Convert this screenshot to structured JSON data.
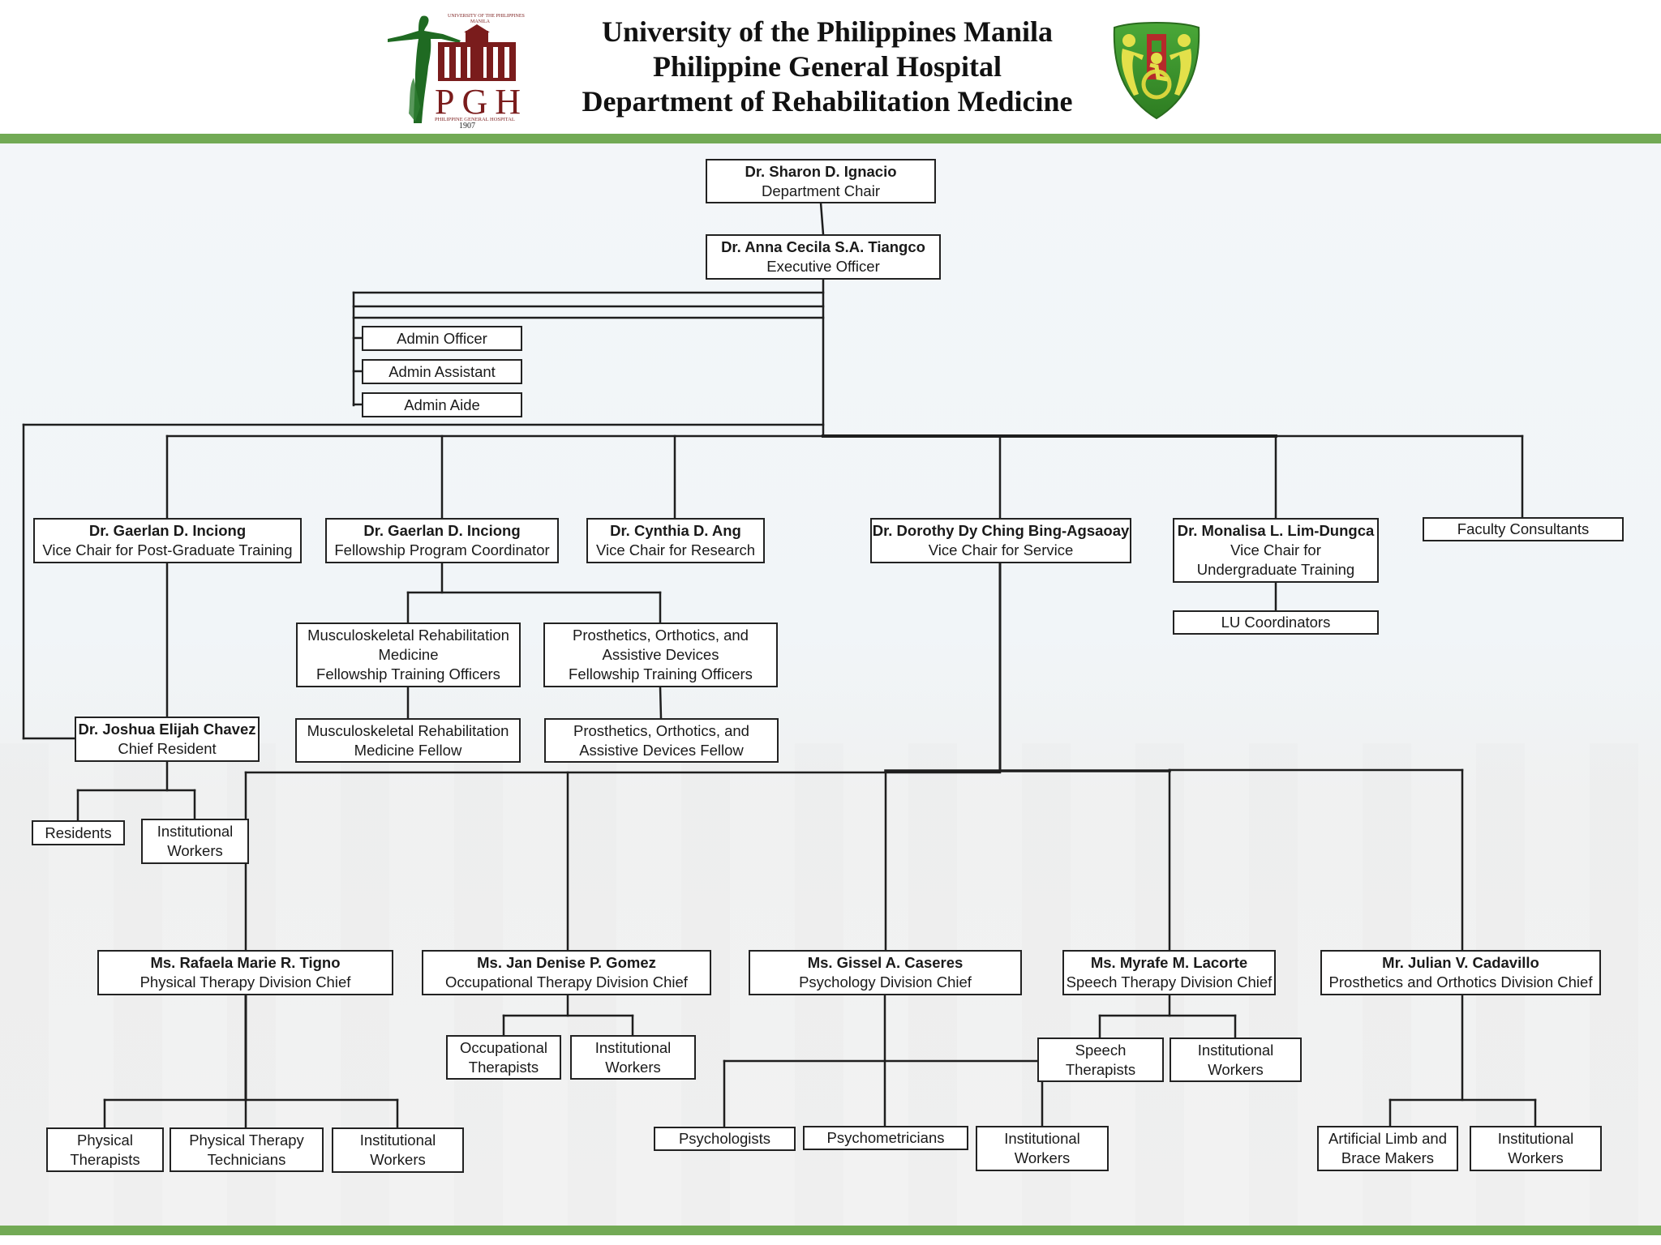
{
  "header": {
    "line1": "University of the Philippines Manila",
    "line2": "Philippine General Hospital",
    "line3": "Department of Rehabilitation Medicine",
    "left_logo": {
      "icon": "pgh-logo-icon",
      "top_text_1": "UNIVERSITY OF THE PHILIPPINES",
      "top_text_2": "MANILA",
      "monogram": "PGH",
      "subtitle": "PHILIPPINE GENERAL HOSPITAL",
      "year": "1907"
    },
    "right_logo": {
      "icon": "rehab-medicine-shield-icon"
    }
  },
  "colors": {
    "accent_green": "#72aa55",
    "pgh_maroon": "#7a1c1c",
    "pgh_green": "#1f6a22",
    "shield_green": "#3f9a2e",
    "shield_yellow": "#e3e04a",
    "box_border": "#222222"
  },
  "chart_data": {
    "type": "org-chart",
    "title": "Department of Rehabilitation Medicine",
    "nodes": {
      "chair": {
        "name": "Dr. Sharon D. Ignacio",
        "role": "Department Chair"
      },
      "exec": {
        "name": "Dr. Anna Cecila S.A. Tiangco",
        "role": "Executive Officer"
      },
      "admin_officer": {
        "label": "Admin Officer"
      },
      "admin_assistant": {
        "label": "Admin Assistant"
      },
      "admin_aide": {
        "label": "Admin Aide"
      },
      "vc_postgrad": {
        "name": "Dr. Gaerlan D. Inciong",
        "role": "Vice Chair for Post-Graduate Training"
      },
      "fellowship_coord": {
        "name": "Dr. Gaerlan D. Inciong",
        "role": "Fellowship Program Coordinator"
      },
      "vc_research": {
        "name": "Dr. Cynthia D. Ang",
        "role": "Vice Chair for Research"
      },
      "vc_service": {
        "name": "Dr. Dorothy Dy Ching Bing-Agsaoay",
        "role": "Vice Chair for Service"
      },
      "vc_undergrad": {
        "name": "Dr. Monalisa L. Lim-Dungca",
        "role": "Vice Chair for\nUndergraduate Training"
      },
      "faculty_consultants": {
        "label": "Faculty Consultants"
      },
      "lu_coordinators": {
        "label": "LU Coordinators"
      },
      "msk_fto": {
        "label": "Musculoskeletal Rehabilitation\nMedicine\nFellowship Training Officers"
      },
      "poad_fto": {
        "label": "Prosthetics, Orthotics, and\nAssistive Devices\nFellowship Training Officers"
      },
      "msk_fellow": {
        "label": "Musculoskeletal Rehabilitation\nMedicine Fellow"
      },
      "poad_fellow": {
        "label": "Prosthetics, Orthotics, and\nAssistive Devices Fellow"
      },
      "chief_resident": {
        "name": "Dr. Joshua Elijah Chavez",
        "role": "Chief Resident"
      },
      "residents": {
        "label": "Residents"
      },
      "cr_institutional": {
        "label": "Institutional\nWorkers"
      },
      "pt_chief": {
        "name": "Ms. Rafaela Marie R. Tigno",
        "role": "Physical Therapy Division Chief"
      },
      "ot_chief": {
        "name": "Ms. Jan Denise P. Gomez",
        "role": "Occupational Therapy Division Chief"
      },
      "psych_chief": {
        "name": "Ms. Gissel A. Caseres",
        "role": "Psychology Division Chief"
      },
      "speech_chief": {
        "name": "Ms. Myrafe M. Lacorte",
        "role": "Speech Therapy Division Chief"
      },
      "po_chief": {
        "name": "Mr. Julian V. Cadavillo",
        "role": "Prosthetics and Orthotics Division Chief"
      },
      "pt_therapists": {
        "label": "Physical\nTherapists"
      },
      "pt_technicians": {
        "label": "Physical Therapy\nTechnicians"
      },
      "pt_institutional": {
        "label": "Institutional\nWorkers"
      },
      "ot_therapists": {
        "label": "Occupational\nTherapists"
      },
      "ot_institutional": {
        "label": "Institutional\nWorkers"
      },
      "psychologists": {
        "label": "Psychologists"
      },
      "psychometricians": {
        "label": "Psychometricians"
      },
      "psych_institutional": {
        "label": "Institutional\nWorkers"
      },
      "speech_therapists": {
        "label": "Speech\nTherapists"
      },
      "speech_institutional": {
        "label": "Institutional\nWorkers"
      },
      "limb_brace_makers": {
        "label": "Artificial Limb and\nBrace Makers"
      },
      "po_institutional": {
        "label": "Institutional\nWorkers"
      }
    },
    "edges": [
      [
        "chair",
        "exec"
      ],
      [
        "exec",
        "admin_officer"
      ],
      [
        "exec",
        "admin_assistant"
      ],
      [
        "exec",
        "admin_aide"
      ],
      [
        "exec",
        "vc_postgrad"
      ],
      [
        "exec",
        "fellowship_coord"
      ],
      [
        "exec",
        "vc_research"
      ],
      [
        "exec",
        "vc_service"
      ],
      [
        "exec",
        "vc_undergrad"
      ],
      [
        "exec",
        "faculty_consultants"
      ],
      [
        "exec",
        "chief_resident"
      ],
      [
        "vc_undergrad",
        "lu_coordinators"
      ],
      [
        "fellowship_coord",
        "msk_fto"
      ],
      [
        "fellowship_coord",
        "poad_fto"
      ],
      [
        "msk_fto",
        "msk_fellow"
      ],
      [
        "poad_fto",
        "poad_fellow"
      ],
      [
        "vc_postgrad",
        "chief_resident"
      ],
      [
        "chief_resident",
        "residents"
      ],
      [
        "chief_resident",
        "cr_institutional"
      ],
      [
        "vc_service",
        "pt_chief"
      ],
      [
        "vc_service",
        "ot_chief"
      ],
      [
        "vc_service",
        "psych_chief"
      ],
      [
        "vc_service",
        "speech_chief"
      ],
      [
        "vc_service",
        "po_chief"
      ],
      [
        "pt_chief",
        "pt_therapists"
      ],
      [
        "pt_chief",
        "pt_technicians"
      ],
      [
        "pt_chief",
        "pt_institutional"
      ],
      [
        "ot_chief",
        "ot_therapists"
      ],
      [
        "ot_chief",
        "ot_institutional"
      ],
      [
        "psych_chief",
        "psychologists"
      ],
      [
        "psych_chief",
        "psychometricians"
      ],
      [
        "psych_chief",
        "psych_institutional"
      ],
      [
        "speech_chief",
        "speech_therapists"
      ],
      [
        "speech_chief",
        "speech_institutional"
      ],
      [
        "po_chief",
        "limb_brace_makers"
      ],
      [
        "po_chief",
        "po_institutional"
      ]
    ]
  }
}
